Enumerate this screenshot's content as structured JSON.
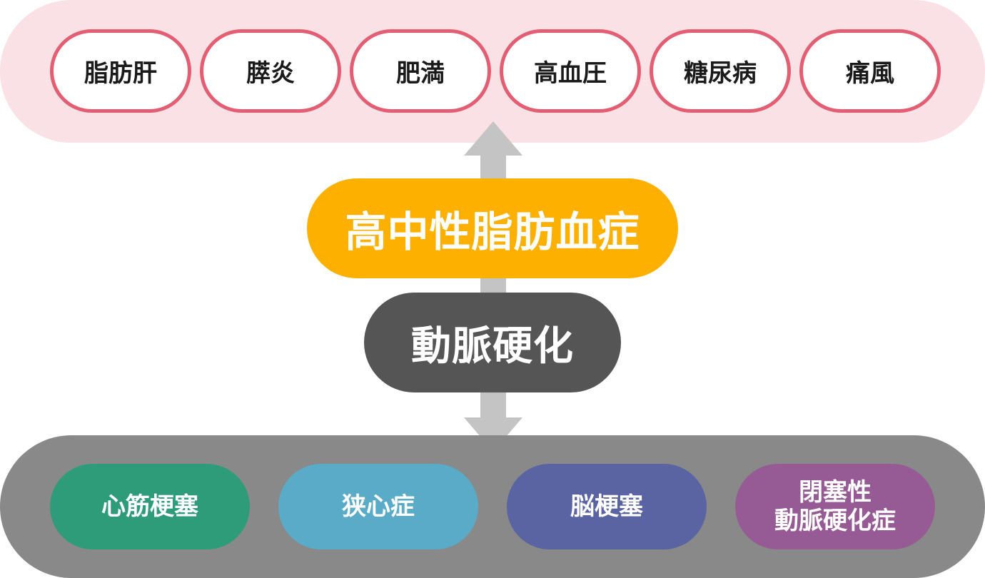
{
  "top_diseases": [
    {
      "label": "脂肪肝"
    },
    {
      "label": "膵炎"
    },
    {
      "label": "肥満"
    },
    {
      "label": "高血圧"
    },
    {
      "label": "糖尿病"
    },
    {
      "label": "痛風"
    }
  ],
  "center": {
    "primary": "高中性脂肪血症",
    "secondary": "動脈硬化"
  },
  "outcomes": [
    {
      "lines": [
        "心筋梗塞"
      ],
      "color": "#2e9c78"
    },
    {
      "lines": [
        "狭心症"
      ],
      "color": "#5aabc7"
    },
    {
      "lines": [
        "脳梗塞"
      ],
      "color": "#5a64a2"
    },
    {
      "lines": [
        "閉塞性",
        "動脈硬化症"
      ],
      "color": "#965b95"
    }
  ],
  "colors": {
    "top_band": "#fae1e5",
    "top_pill_border": "#e35e72",
    "primary_pill": "#fdb000",
    "secondary_pill": "#555555",
    "bottom_band": "#898989",
    "arrow": "#c4c4c4"
  },
  "arrow": {
    "direction": "bidirectional-vertical"
  }
}
